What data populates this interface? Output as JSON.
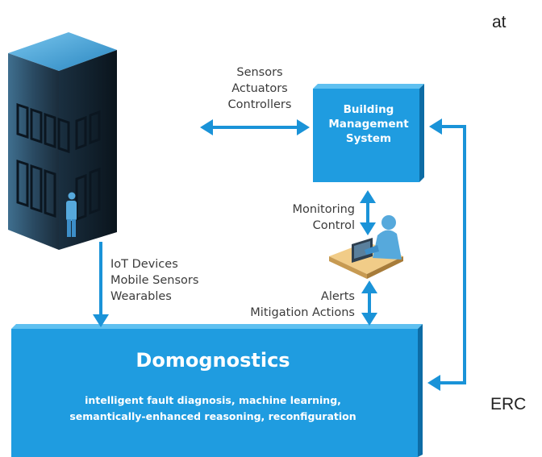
{
  "corner_text": {
    "top_right": "at",
    "bottom_right": "ERC"
  },
  "bms": {
    "title": "Building\nManagement\nSystem"
  },
  "labels": {
    "sensors": "Sensors\nActuators\nControllers",
    "monitoring": "Monitoring\nControl",
    "iot": "IoT Devices\nMobile Sensors\nWearables",
    "alerts": "Alerts\nMitigation Actions"
  },
  "domognostics": {
    "title": "Domognostics",
    "subtitle": "intelligent fault diagnosis, machine learning,\nsemantically-enhanced reasoning, reconfiguration"
  },
  "colors": {
    "box_front": "#1f9ce0",
    "box_side": "#0d6ca5",
    "box_top": "#5fc0f0",
    "arrow": "#1a93d8",
    "building_front": "#243848",
    "building_side": "#0e1a24",
    "building_top": "#4ea7d8"
  },
  "icons": [
    "building-icon",
    "person-icon",
    "operator-at-desk-icon"
  ]
}
